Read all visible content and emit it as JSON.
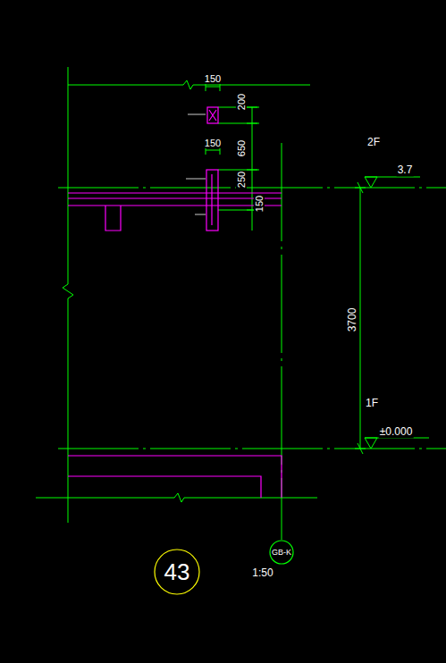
{
  "diagram": {
    "nodes": [
      {
        "text": [
          "43"
        ]
      },
      {
        "text": [
          "GB-K"
        ]
      }
    ],
    "labels": [
      "150",
      "200",
      "650",
      "150",
      "250",
      "150",
      "2F",
      "3.7",
      "3700",
      "1F",
      "±0.000",
      "1:50"
    ]
  }
}
